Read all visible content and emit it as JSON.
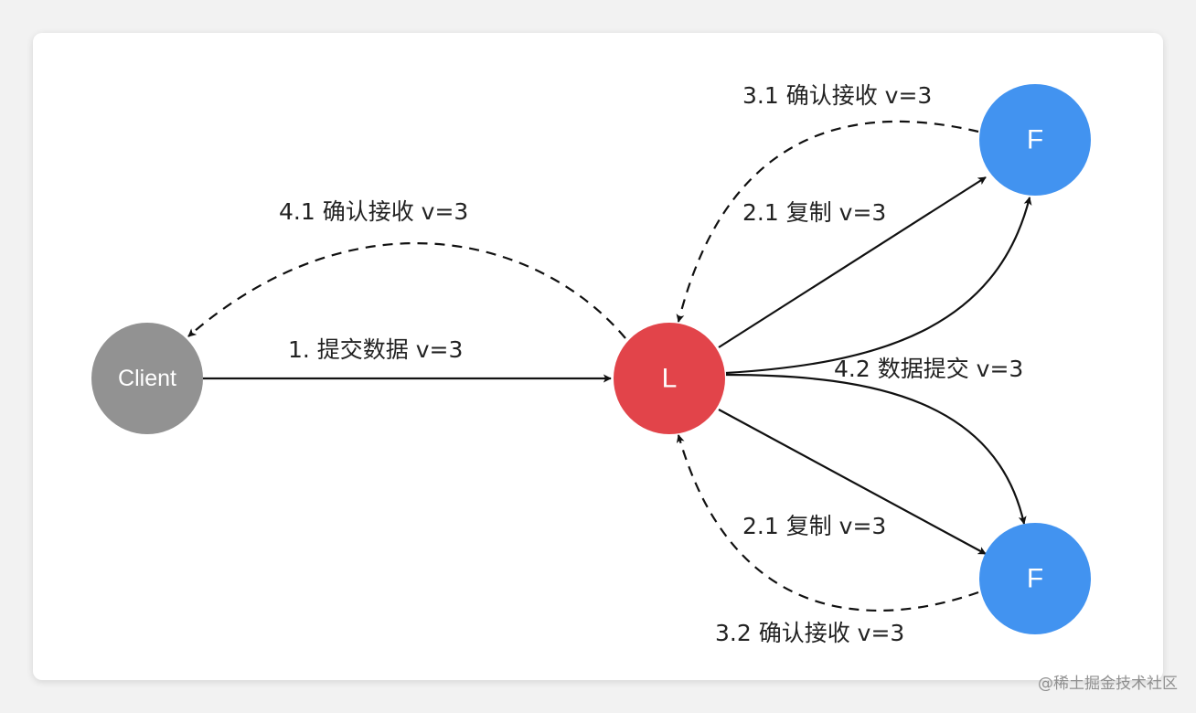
{
  "nodes": {
    "client": {
      "label": "Client",
      "color": "#929292"
    },
    "leader": {
      "label": "L",
      "color": "#e2444a"
    },
    "follower_top": {
      "label": "F",
      "color": "#4293f0"
    },
    "follower_bottom": {
      "label": "F",
      "color": "#4293f0"
    }
  },
  "edges": {
    "submit": "1. 提交数据 v=3",
    "replicate_top": "2.1 复制 v=3",
    "replicate_bottom": "2.1 复制 v=3",
    "ack_top": "3.1 确认接收 v=3",
    "ack_bottom": "3.2 确认接收 v=3",
    "ack_client": "4.1 确认接收 v=3",
    "commit": "4.2 数据提交 v=3"
  },
  "watermark": "@稀土掘金技术社区"
}
